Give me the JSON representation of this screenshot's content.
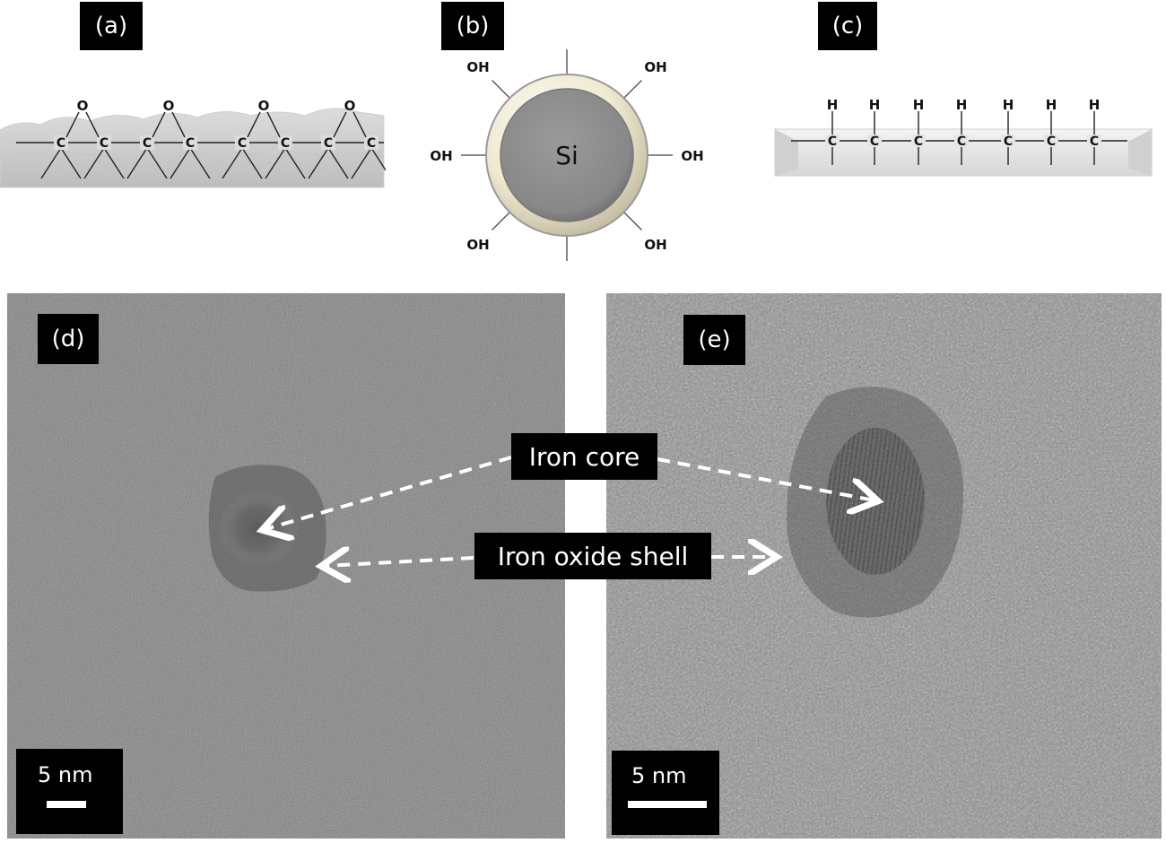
{
  "panels": {
    "a": {
      "label": "(a)",
      "atom_top": "O",
      "atom_chain": "C"
    },
    "b": {
      "label": "(b)",
      "core": "Si",
      "group": "OH"
    },
    "c": {
      "label": "(c)",
      "atom_top": "H",
      "atom_chain": "C"
    },
    "d": {
      "label": "(d)",
      "scale": "5 nm"
    },
    "e": {
      "label": "(e)",
      "scale": "5 nm"
    }
  },
  "callouts": {
    "iron_core": "Iron core",
    "iron_oxide_shell": "Iron oxide shell"
  },
  "colors": {
    "label_bg": "#000000",
    "label_text": "#ffffff",
    "tem_gray": "#7e7e7e",
    "arrow": "#ffffff",
    "silica_core": "#8c8c8c",
    "silica_shell": "#efe9cf"
  }
}
